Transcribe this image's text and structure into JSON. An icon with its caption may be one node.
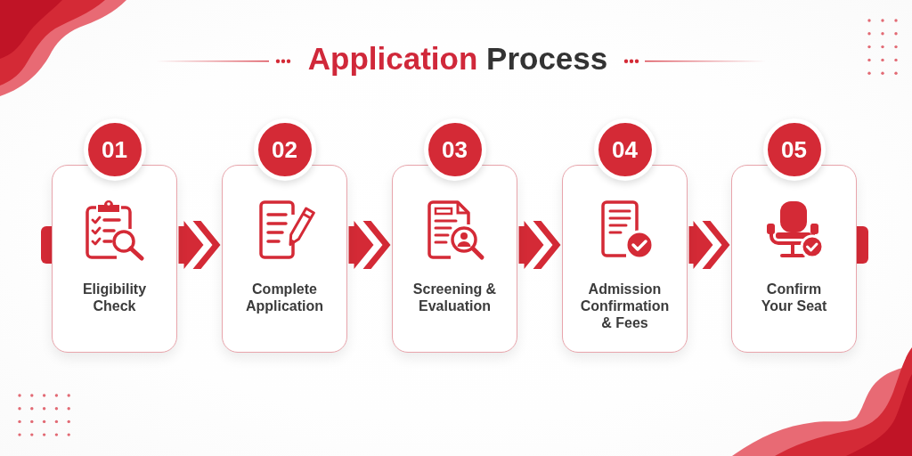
{
  "diagram": {
    "title": "Application Process",
    "nodes": [
      {
        "text": [
          "01"
        ]
      },
      {
        "text": [
          "Eligibility Check"
        ]
      },
      {
        "text": [
          "02"
        ]
      },
      {
        "text": [
          "Complete Application"
        ]
      },
      {
        "text": [
          "03"
        ]
      },
      {
        "text": [
          "Screening & Evaluation"
        ]
      },
      {
        "text": [
          "04"
        ]
      },
      {
        "text": [
          "Admission Confirmation & Fees"
        ]
      },
      {
        "text": [
          "05"
        ]
      },
      {
        "text": [
          "Confirm Your Seat"
        ]
      }
    ],
    "edges": [
      {
        "from": 1,
        "to": 3,
        "arrow": "to"
      },
      {
        "from": 3,
        "to": 5,
        "arrow": "to"
      },
      {
        "from": 5,
        "to": 7,
        "arrow": "to"
      },
      {
        "from": 7,
        "to": 9,
        "arrow": "to"
      }
    ]
  }
}
